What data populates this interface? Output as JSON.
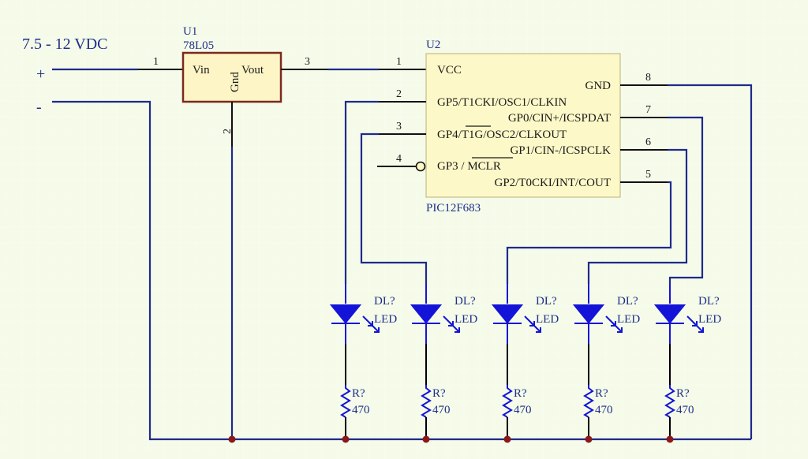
{
  "supply": {
    "label": "7.5 - 12 VDC",
    "plus": "+",
    "minus": "-"
  },
  "u1": {
    "ref": "U1",
    "part": "78L05",
    "vin": "Vin",
    "vout": "Vout",
    "gnd": "Gnd",
    "pin_in": "1",
    "pin_out": "3",
    "pin_gnd": "2"
  },
  "u2": {
    "ref": "U2",
    "part": "PIC12F683",
    "pins": {
      "vcc": {
        "num": "1",
        "name": "VCC"
      },
      "gp5": {
        "num": "2",
        "name": "GP5/T1CKI/OSC1/CLKIN"
      },
      "gp4": {
        "num": "3",
        "name": "GP4/T1G/OSC2/CLKOUT",
        "pre": "GP4/",
        "bar": "T1G",
        "post": "/OSC2/CLKOUT"
      },
      "gp3": {
        "num": "4",
        "name": "GP3 / MCLR",
        "pre": "GP3 / ",
        "bar": "MCLR"
      },
      "gnd": {
        "num": "8",
        "name": "GND"
      },
      "gp0": {
        "num": "7",
        "name": "GP0/CIN+/ICSPDAT"
      },
      "gp1": {
        "num": "6",
        "name": "GP1/CIN-/ICSPCLK"
      },
      "gp2": {
        "num": "5",
        "name": "GP2/T0CKI/INT/COUT"
      }
    }
  },
  "leds": [
    {
      "ref": "DL?",
      "type": "LED"
    },
    {
      "ref": "DL?",
      "type": "LED"
    },
    {
      "ref": "DL?",
      "type": "LED"
    },
    {
      "ref": "DL?",
      "type": "LED"
    },
    {
      "ref": "DL?",
      "type": "LED"
    }
  ],
  "resistors": [
    {
      "ref": "R?",
      "value": "470"
    },
    {
      "ref": "R?",
      "value": "470"
    },
    {
      "ref": "R?",
      "value": "470"
    },
    {
      "ref": "R?",
      "value": "470"
    },
    {
      "ref": "R?",
      "value": "470"
    }
  ]
}
